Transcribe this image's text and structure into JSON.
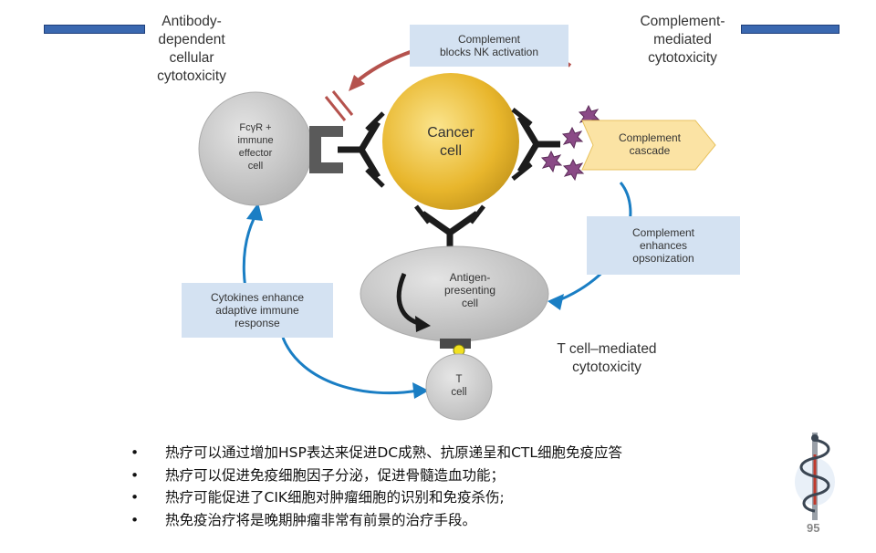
{
  "headings": {
    "adcc": "Antibody-\ndependent\ncellular\ncytotoxicity",
    "cmc": "Complement-\nmediated\ncytotoxicity",
    "tcell_mediated": "T cell–mediated\ncytotoxicity"
  },
  "cells": {
    "effector": "FcγR +\nimmune\neffector\ncell",
    "cancer": "Cancer\ncell",
    "apc": "Antigen-\npresenting\ncell",
    "tcell": "T\ncell"
  },
  "boxes": {
    "blocks_nk": "Complement\nblocks NK activation",
    "cascade": "Complement\ncascade",
    "opsonization": "Complement\nenhances\nopsonization",
    "cytokines": "Cytokines enhance\nadaptive immune\nresponse"
  },
  "bullets": [
    "热疗可以通过增加HSP表达来促进DC成熟、抗原递呈和CTL细胞免疫应答",
    "热疗可以促进免疫细胞因子分泌，促进骨髓造血功能；",
    "热疗可能促进了CIK细胞对肿瘤细胞的识别和免疫杀伤;",
    "热免疫治疗将是晚期肿瘤非常有前景的治疗手段。"
  ],
  "bullet_symbol": "•",
  "page_number": "95",
  "colors": {
    "header_bar": "#3a68b0",
    "box_fill": "#d4e2f2",
    "cascade_fill": "#fbe3a4",
    "cancer_cell": "#e8b62c",
    "gray_cell": "#c8c8c8",
    "blue_arrow": "#1a7ec4",
    "red_arrow": "#b5524d",
    "complement_star": "#8a4a86"
  },
  "icons": [
    "antibody-icon",
    "complement-star-icon",
    "block-mark-icon",
    "staff-of-asclepius-icon"
  ]
}
